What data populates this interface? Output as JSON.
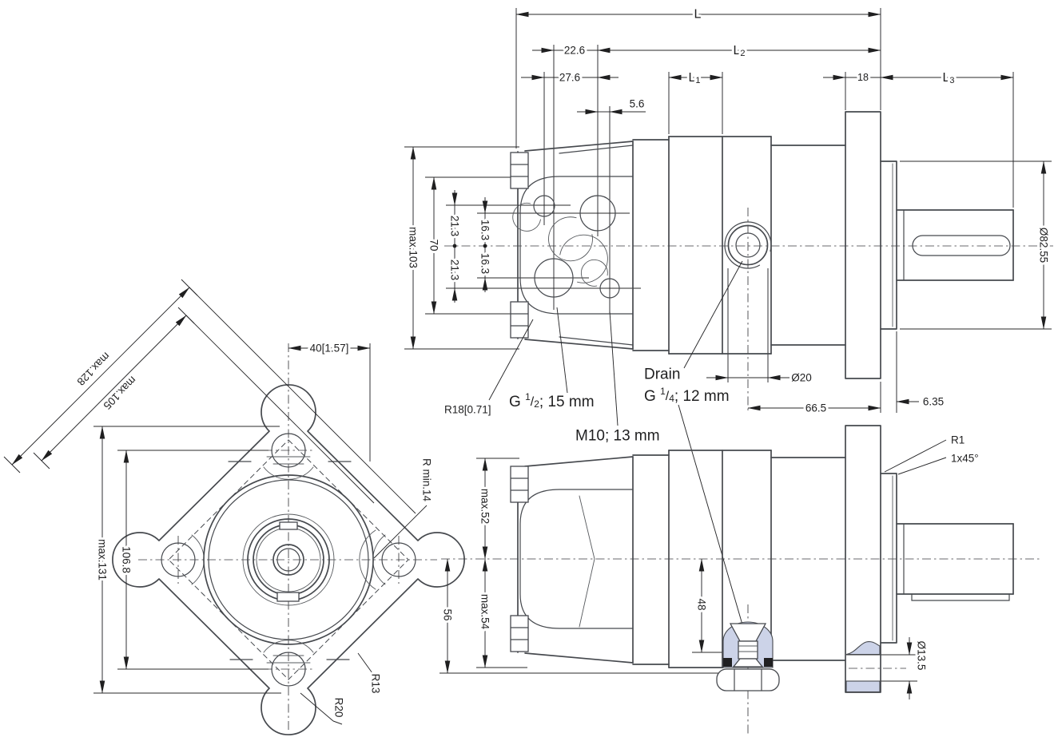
{
  "colors": {
    "background": "#ffffff",
    "part_line": "#46494e",
    "dimension_line": "#28282a",
    "text": "#1f1f20",
    "section_highlight": "#ccd3e8"
  },
  "dims": {
    "L": {
      "m": "L",
      "s": ""
    },
    "L1": {
      "m": "L",
      "s": "1"
    },
    "L2": {
      "m": "L",
      "s": "2"
    },
    "L3": {
      "m": "L",
      "s": "3"
    },
    "d22_6": "22.6",
    "d27_6": "27.6",
    "d5_6": "5.6",
    "d18": "18",
    "max103": "max.103",
    "d70": "70",
    "d21_3": "21.3",
    "d16_3": "16.3",
    "dia82_55": "Ø82.55",
    "dia20": "Ø20",
    "d66_5": "66.5",
    "d6_35": "6.35",
    "r18": "R18[0.71]",
    "max128": "max.128",
    "max105": "max.105",
    "d40": "40[1.57]",
    "max131": "max.131",
    "d106_8": "106.8",
    "rmin14": "R min.14",
    "r13": "R13",
    "r20": "R20",
    "max52": "max.52",
    "max54": "max.54",
    "d56": "56",
    "d48": "48",
    "dia13_5": "Ø13.5",
    "r1": "R1",
    "chamfer1x45": "1x45°"
  },
  "callouts": {
    "g_half": {
      "p": "G ",
      "n": "1",
      "s": "/",
      "d": "2",
      "r": "; 15 mm"
    },
    "m10": "M10; 13 mm",
    "drain": "Drain",
    "g_quarter": {
      "p": "G ",
      "n": "1",
      "s": "/",
      "d": "4",
      "r": "; 12 mm"
    }
  }
}
